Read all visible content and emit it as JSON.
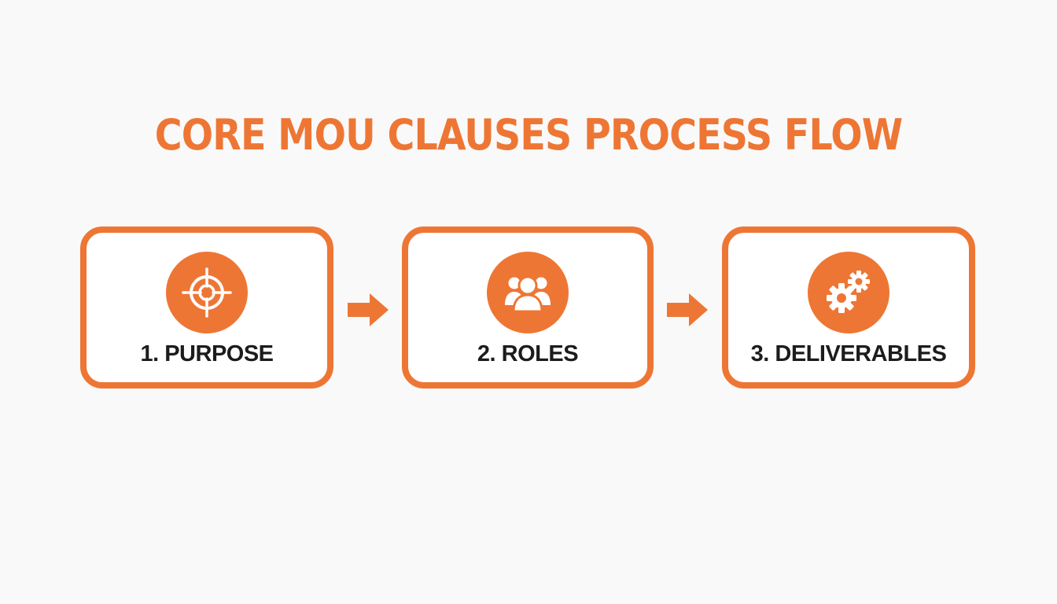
{
  "title": "CORE MOU CLAUSES PROCESS FLOW",
  "colors": {
    "accent": "#ee7634",
    "label_text": "#1c1c1c",
    "background": "#f9f9f9"
  },
  "steps": [
    {
      "label": "1. PURPOSE",
      "icon": "target-icon"
    },
    {
      "label": "2. ROLES",
      "icon": "people-group-icon"
    },
    {
      "label": "3. DELIVERABLES",
      "icon": "gears-icon"
    }
  ],
  "connectors": [
    {
      "from": "1. PURPOSE",
      "to": "2. ROLES",
      "icon": "arrow-right-icon"
    },
    {
      "from": "2. ROLES",
      "to": "3. DELIVERABLES",
      "icon": "arrow-right-icon"
    }
  ]
}
